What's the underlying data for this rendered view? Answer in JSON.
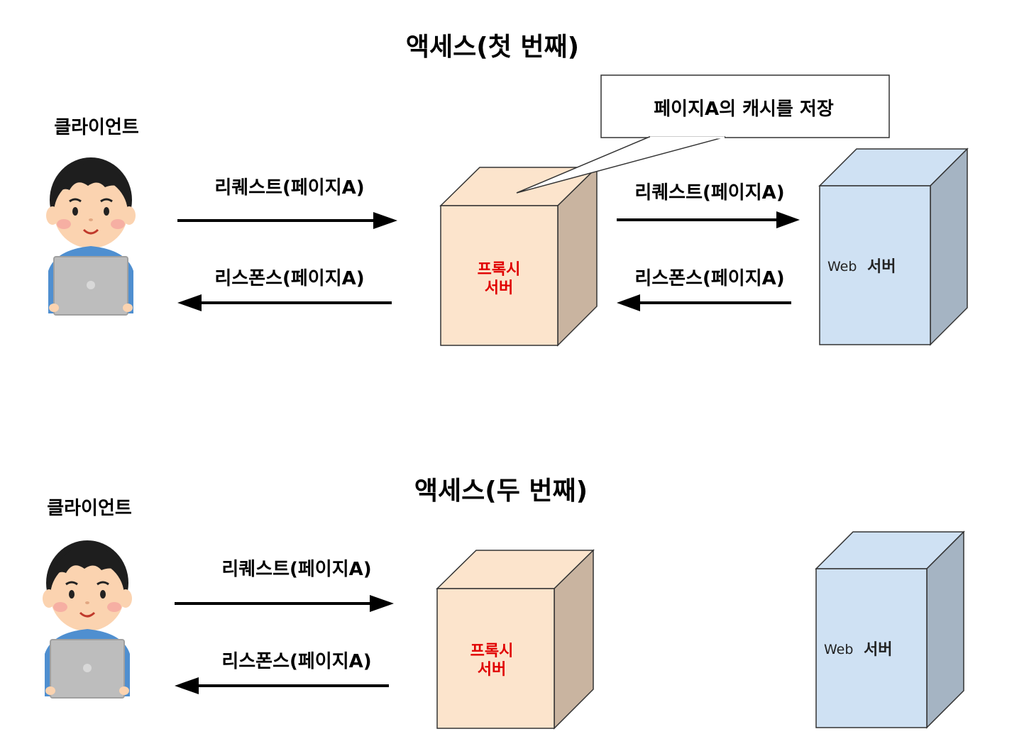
{
  "colors": {
    "proxy_front": "#FCE4CC",
    "proxy_side": "#C9B4A0",
    "server_front": "#CFE1F3",
    "server_side": "#A5B4C3",
    "proxy_text": "#E00000",
    "skin": "#FBD3B0",
    "hair": "#1E1E1E",
    "shirt": "#4F8FD0",
    "laptop": "#BDBDBD"
  },
  "first": {
    "title": "액세스(첫 번째)",
    "client_label": "클라이언트",
    "request_label_left": "리퀘스트(페이지A)",
    "response_label_left": "리스폰스(페이지A)",
    "request_label_right": "리퀘스트(페이지A)",
    "response_label_right": "리스폰스(페이지A)",
    "proxy_line1": "프록시",
    "proxy_line2": "서버",
    "web_prefix": "Web",
    "web_suffix": "서버",
    "callout": "페이지A의 캐시를 저장"
  },
  "second": {
    "title": "액세스(두 번째)",
    "client_label": "클라이언트",
    "request_label": "리퀘스트(페이지A)",
    "response_label": "리스폰스(페이지A)",
    "proxy_line1": "프록시",
    "proxy_line2": "서버",
    "web_prefix": "Web",
    "web_suffix": "서버"
  },
  "icons": {
    "client": "person-with-laptop-icon"
  }
}
